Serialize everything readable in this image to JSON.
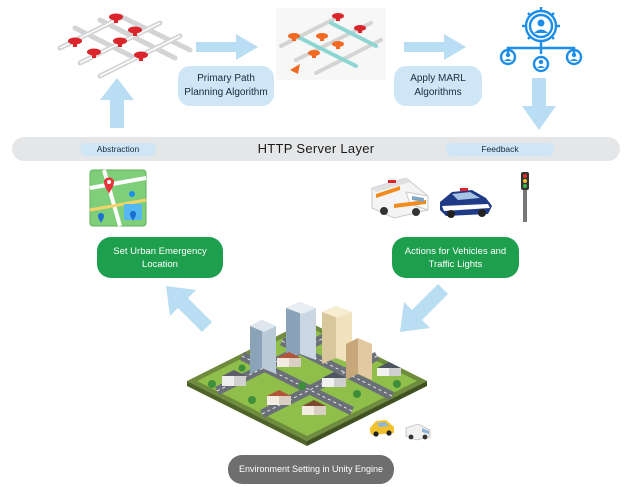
{
  "server_layer": {
    "title": "HTTP  Server Layer",
    "left_tag": "Abstraction",
    "right_tag": "Feedback"
  },
  "steps": {
    "primary_path": "Primary Path Planning Algorithm",
    "apply_marl": "Apply MARL Algorithms",
    "set_location": "Set Urban Emergency Location",
    "actions": "Actions for Vehicles and Traffic Lights",
    "environment": "Environment Setting in Unity Engine"
  },
  "colors": {
    "arrow": "#b9ddf3",
    "pill_blue": "#cfe6f7",
    "pill_green": "#1e9f4d",
    "server_bar": "#e4e6e8",
    "env_pill": "#6e6e6e",
    "agent_blue": "#1c8ee8",
    "node_red": "#d9252b",
    "node_orange": "#f26a21"
  }
}
